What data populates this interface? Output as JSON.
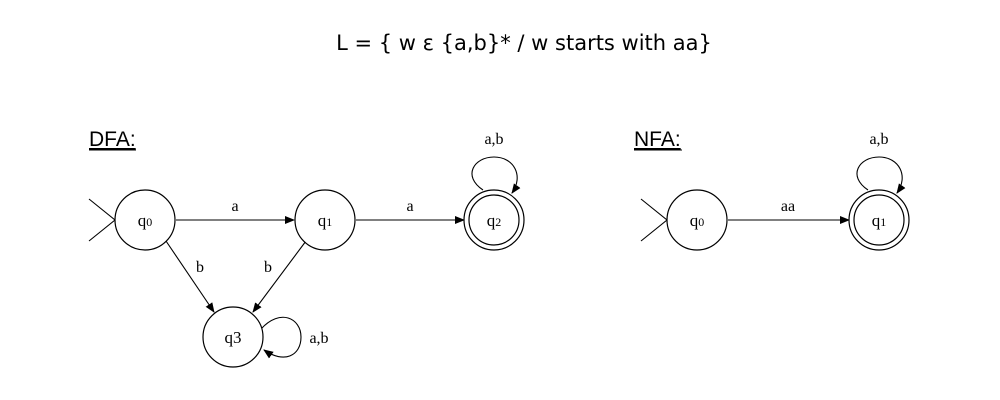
{
  "title": "L = { w ε {a,b}* / w starts with aa}",
  "dfa": {
    "heading": "DFA:",
    "states": {
      "q0": {
        "base": "q",
        "sub": "0"
      },
      "q1": {
        "base": "q",
        "sub": "1"
      },
      "q2": {
        "base": "q",
        "sub": "2"
      },
      "q3": {
        "base": "q3",
        "sub": ""
      }
    },
    "edges": {
      "q0_q1": "a",
      "q1_q2": "a",
      "q2_loop": "a,b",
      "q0_q3": "b",
      "q1_q3": "b",
      "q3_loop": "a,b"
    }
  },
  "nfa": {
    "heading": "NFA:",
    "states": {
      "q0": {
        "base": "q",
        "sub": "0"
      },
      "q1": {
        "base": "q",
        "sub": "1"
      }
    },
    "edges": {
      "q0_q1": "aa",
      "q1_loop": "a,b"
    }
  }
}
